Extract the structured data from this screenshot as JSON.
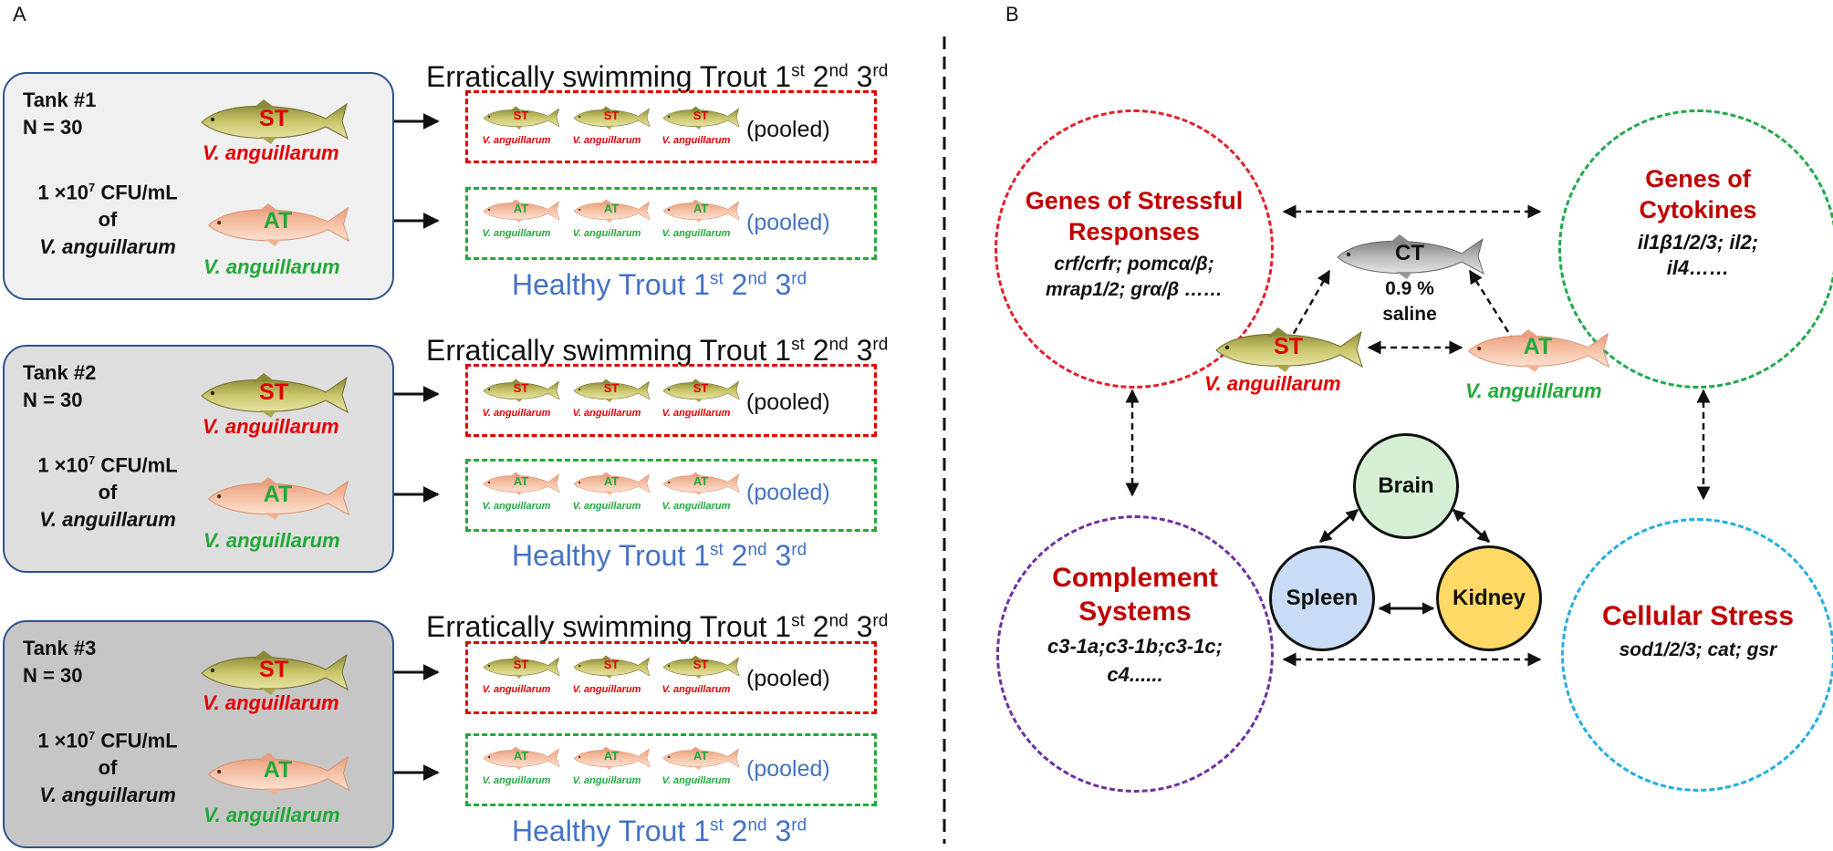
{
  "panel_a": {
    "label": "A",
    "tanks": [
      {
        "title": "Tank #1",
        "n": "N = 30"
      },
      {
        "title": "Tank #2",
        "n": "N = 30"
      },
      {
        "title": "Tank #3",
        "n": "N = 30"
      }
    ],
    "dose": {
      "line1": "1 ×10",
      "exp": "7",
      "unit": " CFU/mL",
      "line2": "of",
      "line3": "V. anguillarum"
    },
    "fish_st_tag": "ST",
    "fish_at_tag": "AT",
    "va_label": "V. anguillarum",
    "small_va_label": "V. anguillarum",
    "pooled": "(pooled)",
    "erratic_heading": {
      "text": "Erratically swimming Trout ",
      "n1": "1",
      "s1": "st",
      "n2": "2",
      "s2": "nd",
      "n3": "3",
      "s3": "rd"
    },
    "healthy_heading": {
      "text": "Healthy Trout ",
      "n1": "1",
      "s1": "st",
      "n2": "2",
      "s2": "nd",
      "n3": "3",
      "s3": "rd"
    }
  },
  "panel_b": {
    "label": "B",
    "stress": {
      "title1": "Genes of Stressful",
      "title2": "Responses",
      "genes1": "crf/crfr; pomcα/β;",
      "genes2": "mrap1/2; grα/β ……"
    },
    "cytokines": {
      "title1": "Genes of",
      "title2": "Cytokines",
      "genes1": "il1β1/2/3; il2;",
      "genes2": "il4……"
    },
    "complement": {
      "title1": "Complement",
      "title2": "Systems",
      "genes1": "c3-1a;c3-1b;c3-1c;",
      "genes2": "c4......"
    },
    "cellular": {
      "title": "Cellular Stress",
      "genes": "sod1/2/3; cat; gsr"
    },
    "ct": {
      "tag": "CT",
      "line1": "0.9 %",
      "line2": "saline"
    },
    "st": {
      "tag": "ST",
      "label": "V. anguillarum"
    },
    "at": {
      "tag": "AT",
      "label": "V. anguillarum"
    },
    "organs": {
      "brain": "Brain",
      "spleen": "Spleen",
      "kidney": "Kidney"
    }
  },
  "colors": {
    "red": "#e00000",
    "green": "#22a83a",
    "blue_text": "#4472c4",
    "title_red": "#c00000",
    "stress_circle": "#e0202a",
    "cytokine_circle": "#20a84a",
    "complement_circle": "#7030a0",
    "cellular_circle": "#22aee0",
    "brain_fill": "#d5efd5",
    "spleen_fill": "#c9dcf5",
    "kidney_fill": "#ffd966",
    "tank1_fill": "#f0f0f0",
    "tank2_fill": "#dedede",
    "tank3_fill": "#c6c6c6",
    "tank_border": "#2f528f"
  }
}
